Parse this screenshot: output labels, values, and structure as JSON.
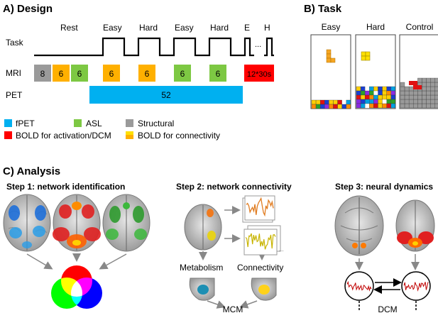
{
  "colors": {
    "gray": "#9a9a9a",
    "orange": "#ffb000",
    "green": "#7dc843",
    "blue": "#00b0f0",
    "red": "#ff0000",
    "yellow": "#ffe000",
    "dkred": "#cc1a1a"
  },
  "design": {
    "title": "A) Design",
    "row_labels": {
      "task": "Task",
      "mri": "MRI",
      "pet": "PET"
    },
    "task_labels": [
      "Rest",
      "Easy",
      "Hard",
      "Easy",
      "Hard",
      "E",
      "H"
    ],
    "ellipsis": "...",
    "mri_blocks": [
      "8",
      "6",
      "6",
      "6",
      "6",
      "6",
      "6",
      "12*30s"
    ],
    "pet_block": "52",
    "legend": [
      {
        "label": "fPET",
        "color": "blue"
      },
      {
        "label": "ASL",
        "color": "green"
      },
      {
        "label": "Structural",
        "color": "gray"
      },
      {
        "label": "BOLD for activation/DCM",
        "color": "red"
      },
      {
        "label": "BOLD for connectivity",
        "color": "yellow"
      }
    ]
  },
  "task_panel": {
    "title": "B) Task",
    "conditions": [
      "Easy",
      "Hard",
      "Control"
    ]
  },
  "analysis": {
    "title": "C) Analysis",
    "step1": {
      "title": "Step 1: network identification"
    },
    "step2": {
      "title": "Step 2: network connectivity",
      "metabolism": "Metabolism",
      "connectivity": "Connectivity",
      "model": "MCM"
    },
    "step3": {
      "title": "Step 3: neural dynamics",
      "model": "DCM"
    }
  }
}
